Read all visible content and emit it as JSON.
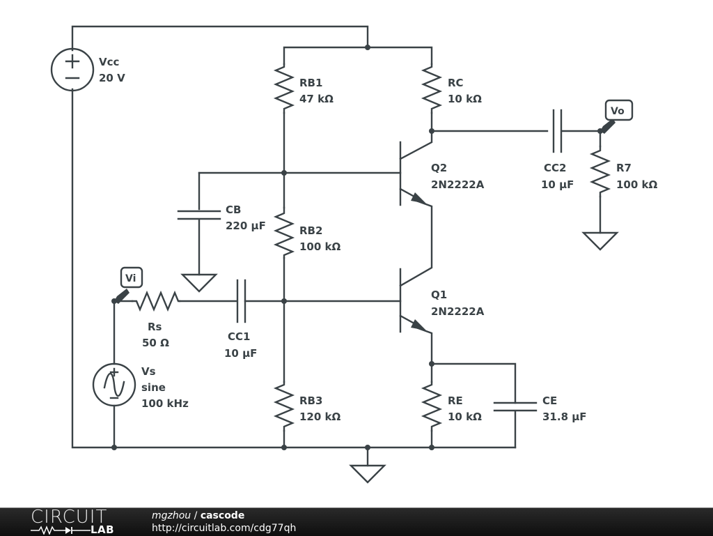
{
  "schematic": {
    "title": "cascode",
    "components": {
      "vcc": {
        "name": "Vcc",
        "value": "20 V",
        "type": "dc-voltage-source"
      },
      "rb1": {
        "name": "RB1",
        "value": "47 kΩ",
        "type": "resistor"
      },
      "rc": {
        "name": "RC",
        "value": "10 kΩ",
        "type": "resistor"
      },
      "q2": {
        "name": "Q2",
        "value": "2N2222A",
        "type": "npn-transistor"
      },
      "cc2": {
        "name": "CC2",
        "value": "10 µF",
        "type": "capacitor"
      },
      "r7": {
        "name": "R7",
        "value": "100 kΩ",
        "type": "resistor"
      },
      "cb": {
        "name": "CB",
        "value": "220 µF",
        "type": "capacitor"
      },
      "rb2": {
        "name": "RB2",
        "value": "100 kΩ",
        "type": "resistor"
      },
      "q1": {
        "name": "Q1",
        "value": "2N2222A",
        "type": "npn-transistor"
      },
      "rs": {
        "name": "Rs",
        "value": "50 Ω",
        "type": "resistor"
      },
      "cc1": {
        "name": "CC1",
        "value": "10 µF",
        "type": "capacitor"
      },
      "vs": {
        "name": "Vs",
        "line2": "sine",
        "value": "100 kHz",
        "type": "ac-voltage-source"
      },
      "rb3": {
        "name": "RB3",
        "value": "120 kΩ",
        "type": "resistor"
      },
      "re": {
        "name": "RE",
        "value": "10 kΩ",
        "type": "resistor"
      },
      "ce": {
        "name": "CE",
        "value": "31.8 µF",
        "type": "capacitor"
      }
    },
    "probes": {
      "vo": "Vo",
      "vi": "Vi"
    }
  },
  "footer": {
    "logo_top": "CIRCUIT",
    "logo_bottom": "LAB",
    "user": "mgzhou",
    "separator": " / ",
    "circuit_name": "cascode",
    "url": "http://circuitlab.com/cdg77qh"
  }
}
